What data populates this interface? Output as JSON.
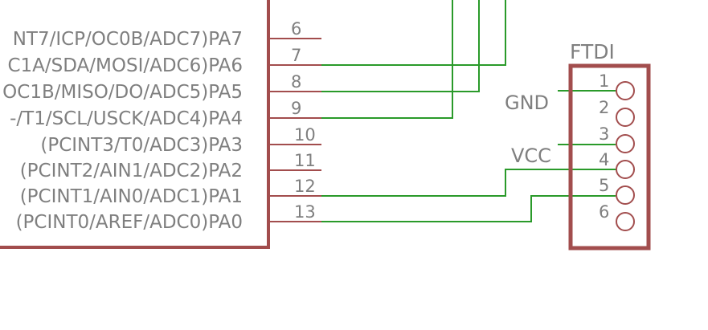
{
  "mcu": {
    "pins": [
      {
        "label": "NT7/ICP/OC0B/ADC7)PA7",
        "number": "6"
      },
      {
        "label": "C1A/SDA/MOSI/ADC6)PA6",
        "number": "7"
      },
      {
        "label": "OC1B/MISO/DO/ADC5)PA5",
        "number": "8"
      },
      {
        "label": "-/T1/SCL/USCK/ADC4)PA4",
        "number": "9"
      },
      {
        "label": "(PCINT3/T0/ADC3)PA3",
        "number": "10"
      },
      {
        "label": "(PCINT2/AIN1/ADC2)PA2",
        "number": "11"
      },
      {
        "label": "(PCINT1/AIN0/ADC1)PA1",
        "number": "12"
      },
      {
        "label": "(PCINT0/AREF/ADC0)PA0",
        "number": "13"
      }
    ]
  },
  "ftdi": {
    "title": "FTDI",
    "pins": [
      "1",
      "2",
      "3",
      "4",
      "5",
      "6"
    ],
    "gnd_label": "GND",
    "vcc_label": "VCC"
  },
  "colors": {
    "symbol": "#a24d4d",
    "wire": "#2a9a2a",
    "text": "#7f7f7f"
  }
}
